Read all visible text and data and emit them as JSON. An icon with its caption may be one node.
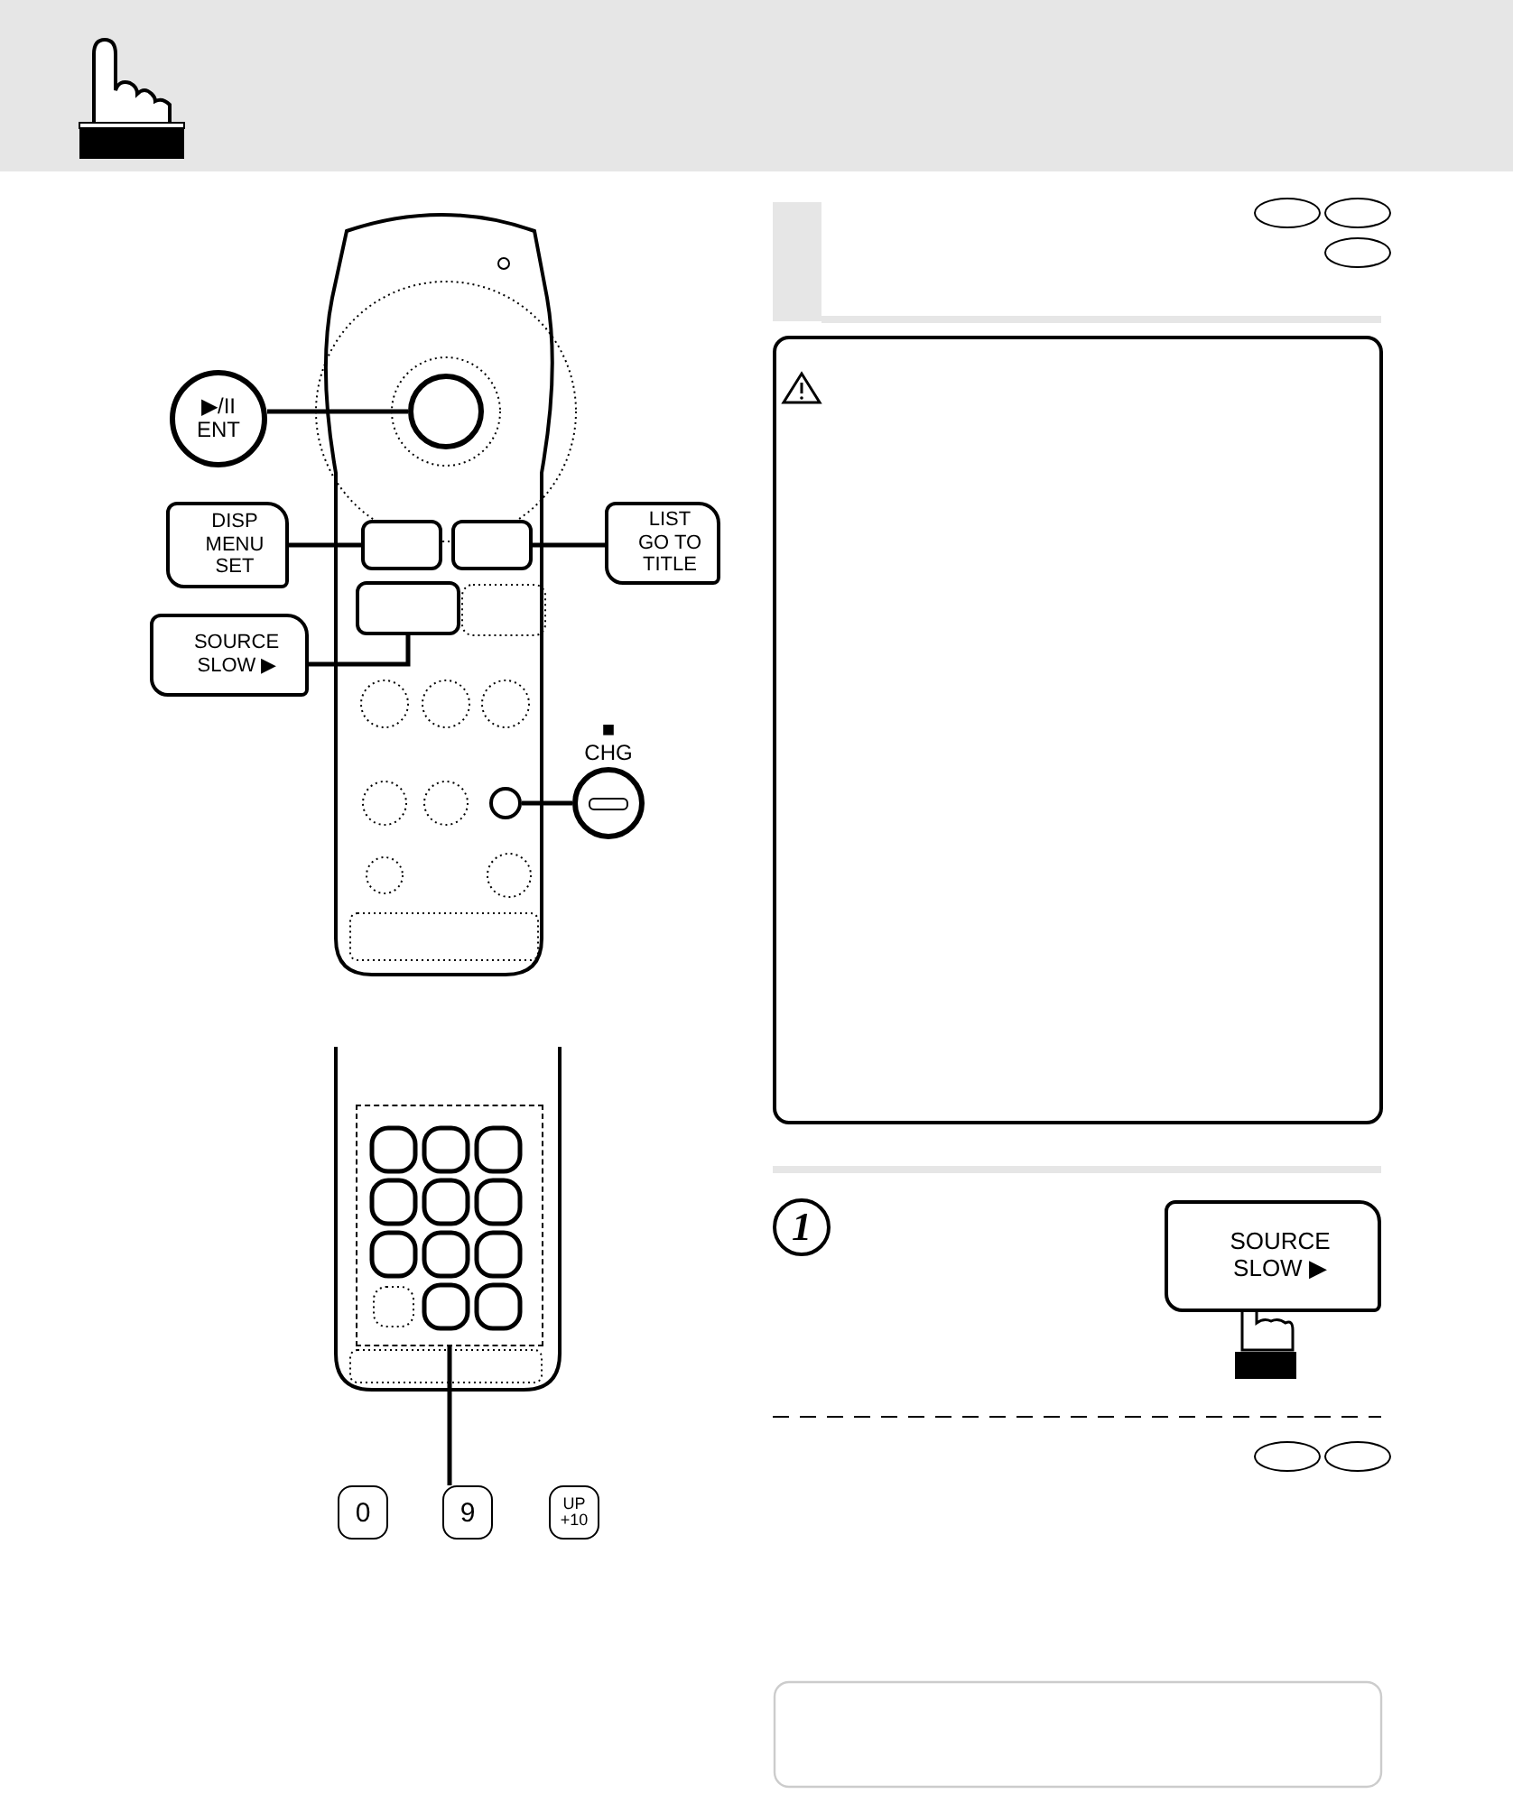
{
  "diagram": {
    "nodes": [
      {
        "text": [
          "▶/II ENT"
        ]
      },
      {
        "text": [],
        "shape": "circle"
      },
      {
        "text": [
          "DISP MENU SET"
        ]
      },
      {
        "text": [],
        "shape": "box"
      },
      {
        "text": [
          "LIST GO TO TITLE"
        ]
      },
      {
        "text": [],
        "shape": "box"
      },
      {
        "text": [
          "SOURCE SLOW ▶"
        ]
      },
      {
        "text": [],
        "shape": "box"
      },
      {
        "text": [
          "■ CHG"
        ]
      },
      {
        "text": [],
        "shape": "circle"
      },
      {
        "text": [],
        "shape": "box"
      },
      {
        "text": [
          "0"
        ]
      },
      {
        "text": [
          "9"
        ]
      },
      {
        "text": [
          "UP +10"
        ]
      },
      {
        "text": [
          "SOURCE SLOW ▶"
        ]
      },
      {
        "text": [
          "1"
        ]
      }
    ],
    "edges": [
      {
        "from": 0,
        "to": 1,
        "arrow": "none"
      },
      {
        "from": 2,
        "to": 3,
        "arrow": "none"
      },
      {
        "from": 4,
        "to": 5,
        "arrow": "none"
      },
      {
        "from": 6,
        "to": 7,
        "arrow": "none"
      },
      {
        "from": 8,
        "to": 9,
        "arrow": "none"
      },
      {
        "from": 10,
        "to": 12,
        "arrow": "none"
      }
    ]
  }
}
